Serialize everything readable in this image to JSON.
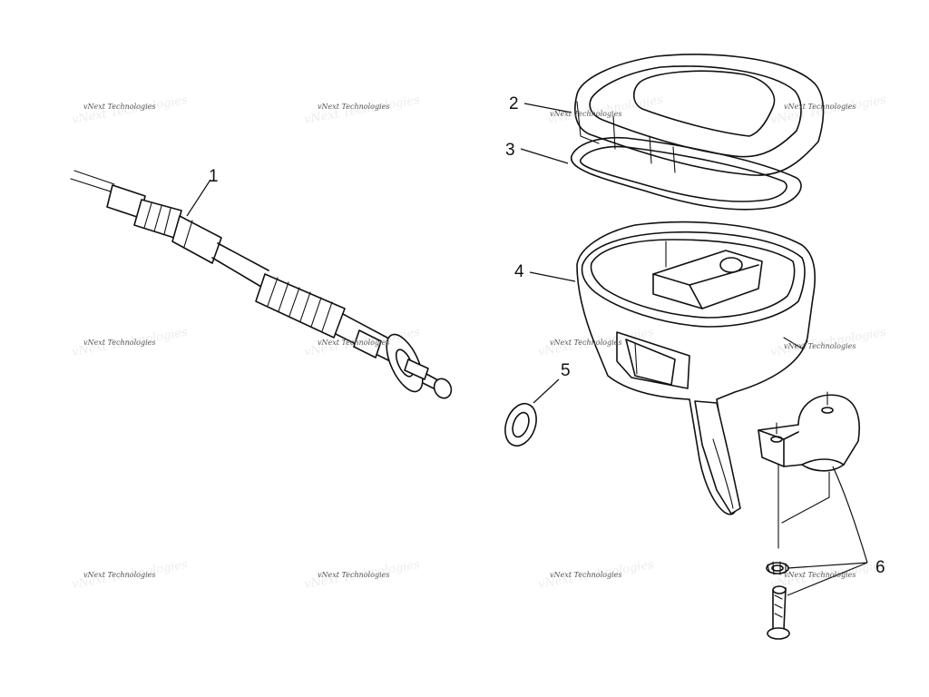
{
  "callouts": {
    "c1": "1",
    "c2": "2",
    "c3": "3",
    "c4": "4",
    "c5": "5",
    "c6": "6"
  },
  "watermark": "vNext Technologies"
}
